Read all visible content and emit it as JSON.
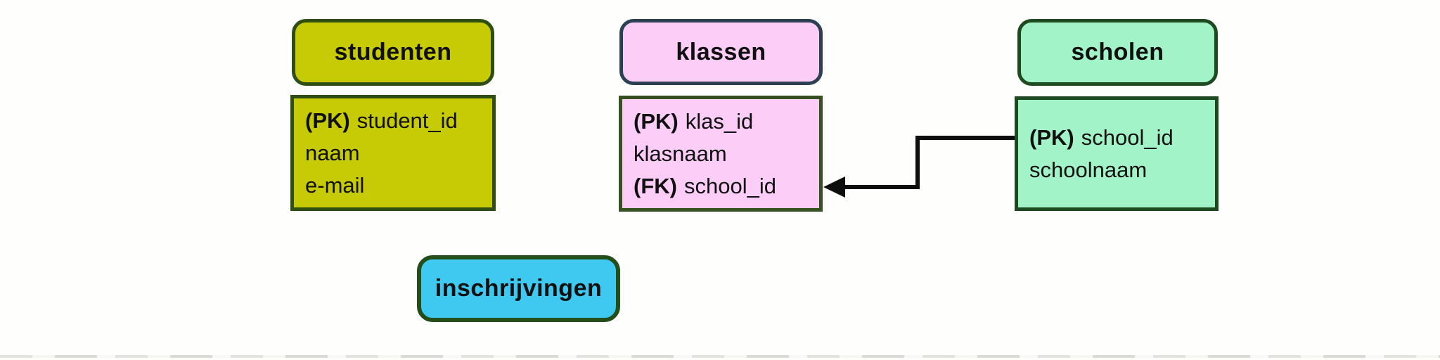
{
  "diagram": {
    "type": "entity-relationship",
    "entities": [
      {
        "name": "studenten",
        "title": "studenten",
        "fill": "#c7cb06",
        "header_border": "#2f4e14",
        "body_border": "#2f4e14",
        "fields": [
          {
            "key": "(PK)",
            "name": "student_id"
          },
          {
            "key": "",
            "name": "naam"
          },
          {
            "key": "",
            "name": "e-mail"
          }
        ]
      },
      {
        "name": "klassen",
        "title": "klassen",
        "fill": "#fbcdf7",
        "header_border": "#2b4153",
        "body_border": "#35511f",
        "fields": [
          {
            "key": "(PK)",
            "name": "klas_id"
          },
          {
            "key": "",
            "name": "klasnaam"
          },
          {
            "key": "(FK)",
            "name": "school_id"
          }
        ]
      },
      {
        "name": "scholen",
        "title": "scholen",
        "fill": "#a3f3c9",
        "header_border": "#1d4a1e",
        "body_border": "#1d4a1e",
        "fields": [
          {
            "key": "(PK)",
            "name": "school_id"
          },
          {
            "key": "",
            "name": "schoolnaam"
          }
        ]
      },
      {
        "name": "inschrijvingen",
        "title": "inschrijvingen",
        "fill": "#3fc8f0",
        "header_border": "#234e1a",
        "fields": []
      }
    ],
    "relations": [
      {
        "from_entity": "scholen",
        "from_field": "school_id",
        "to_entity": "klassen",
        "to_field": "school_id",
        "arrow_color": "#0e0e0e",
        "style": "elbow line with arrowhead pointing into klassen (FK) school_id"
      }
    ]
  }
}
